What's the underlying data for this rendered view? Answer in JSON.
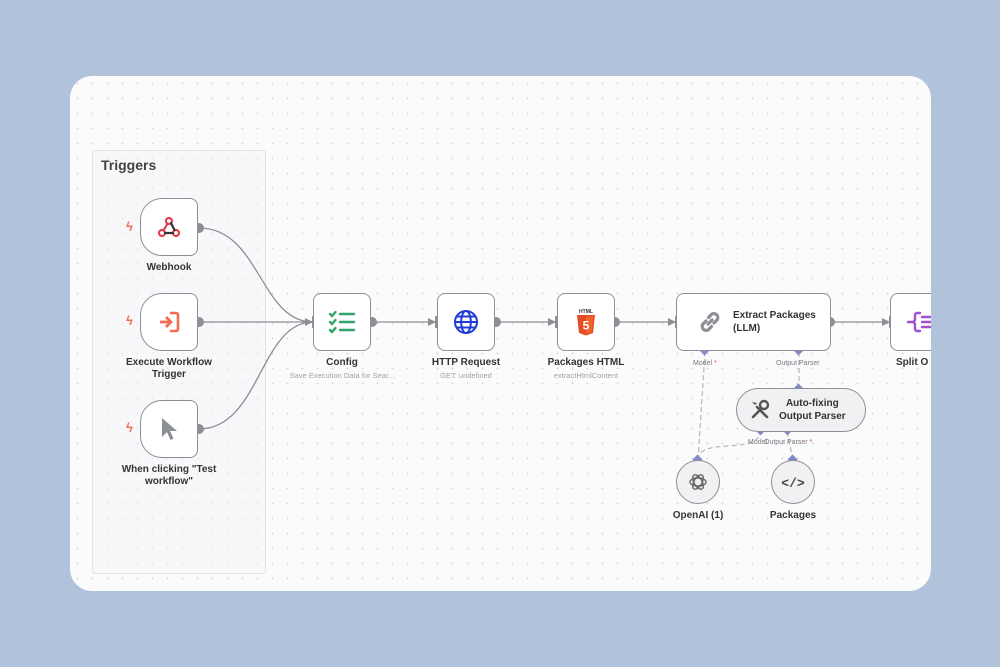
{
  "group": {
    "title": "Triggers"
  },
  "nodes": {
    "webhook": {
      "label": "Webhook",
      "icon": "webhook-icon"
    },
    "execute": {
      "label_line1": "Execute Workflow",
      "label_line2": "Trigger",
      "icon": "sign-in-arrow-icon"
    },
    "manual": {
      "label_line1": "When clicking \"Test",
      "label_line2": "workflow\"",
      "icon": "cursor-icon"
    },
    "config": {
      "label": "Config",
      "subtitle": "Save Execution Data for Sear...",
      "icon": "checklist-icon"
    },
    "http": {
      "label": "HTTP Request",
      "subtitle": "GET: undefined",
      "icon": "globe-icon"
    },
    "html": {
      "label": "Packages HTML",
      "subtitle": "extractHtmlContent",
      "icon": "html5-icon",
      "badge": "HTML",
      "glyph": "5"
    },
    "extract": {
      "title_line1": "Extract Packages",
      "title_line2": "(LLM)",
      "icon": "link-icon",
      "port_model": "Model",
      "port_required": "*",
      "port_parser": "Output Parser"
    },
    "split": {
      "label": "Split O",
      "icon": "split-out-icon"
    },
    "autofix": {
      "title_line1": "Auto-fixing",
      "title_line2": "Output Parser",
      "icon": "tools-icon",
      "port_model": "Model",
      "port_parser": "Output Parser",
      "port_required": "*"
    },
    "openai": {
      "label": "OpenAI (1)",
      "icon": "openai-icon"
    },
    "packages": {
      "label": "Packages",
      "icon": "code-icon",
      "glyph": "</>"
    }
  },
  "colors": {
    "trigger_bolt": "#f36b52",
    "webhook": "#e0424f",
    "execute": "#f36b52",
    "config": "#2ea36b",
    "http": "#1e3bd6",
    "html5": "#e44d26",
    "split": "#a34fd0",
    "edge": "#8d8f96",
    "sub_edge": "#b5b7bd",
    "port": "#8489c8"
  }
}
